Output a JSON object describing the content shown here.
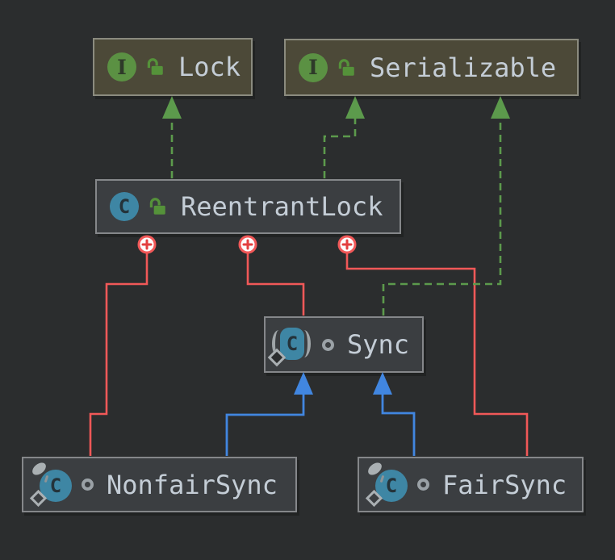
{
  "diagram": {
    "kind": "uml-class-diagram",
    "nodes": {
      "lock": {
        "label": "Lock",
        "type": "interface",
        "visibility": "public"
      },
      "serializable": {
        "label": "Serializable",
        "type": "interface",
        "visibility": "public"
      },
      "reentrant_lock": {
        "label": "ReentrantLock",
        "type": "class",
        "visibility": "public"
      },
      "sync": {
        "label": "Sync",
        "type": "abstract class",
        "visibility": "package-private",
        "static": true
      },
      "nonfair_sync": {
        "label": "NonfairSync",
        "type": "final class",
        "visibility": "package-private",
        "static": true
      },
      "fair_sync": {
        "label": "FairSync",
        "type": "final class",
        "visibility": "package-private",
        "static": true
      }
    },
    "edges": [
      {
        "from": "ReentrantLock",
        "to": "Lock",
        "relation": "implements"
      },
      {
        "from": "ReentrantLock",
        "to": "Serializable",
        "relation": "implements"
      },
      {
        "from": "Sync",
        "to": "Serializable",
        "relation": "implements"
      },
      {
        "from": "NonfairSync",
        "to": "Sync",
        "relation": "extends"
      },
      {
        "from": "FairSync",
        "to": "Sync",
        "relation": "extends"
      },
      {
        "from": "ReentrantLock",
        "to": "Sync",
        "relation": "inner-class"
      },
      {
        "from": "ReentrantLock",
        "to": "NonfairSync",
        "relation": "inner-class"
      },
      {
        "from": "ReentrantLock",
        "to": "FairSync",
        "relation": "inner-class"
      }
    ],
    "icons": {
      "interface_letter": "I",
      "class_letter": "C"
    },
    "colors": {
      "background": "#2b2d2e",
      "interface_fill": "#4c4938",
      "class_fill": "#3b3e41",
      "node_border": "#86888b",
      "label_text": "#c4cdd6",
      "interface_icon_green": "#5b9143",
      "class_icon_teal": "#3e86a4",
      "public_lock_green": "#55923a",
      "implements_edge_green": "#5c9a4c",
      "extends_edge_blue": "#4186e0",
      "inner_class_edge_red": "#f15858"
    }
  }
}
